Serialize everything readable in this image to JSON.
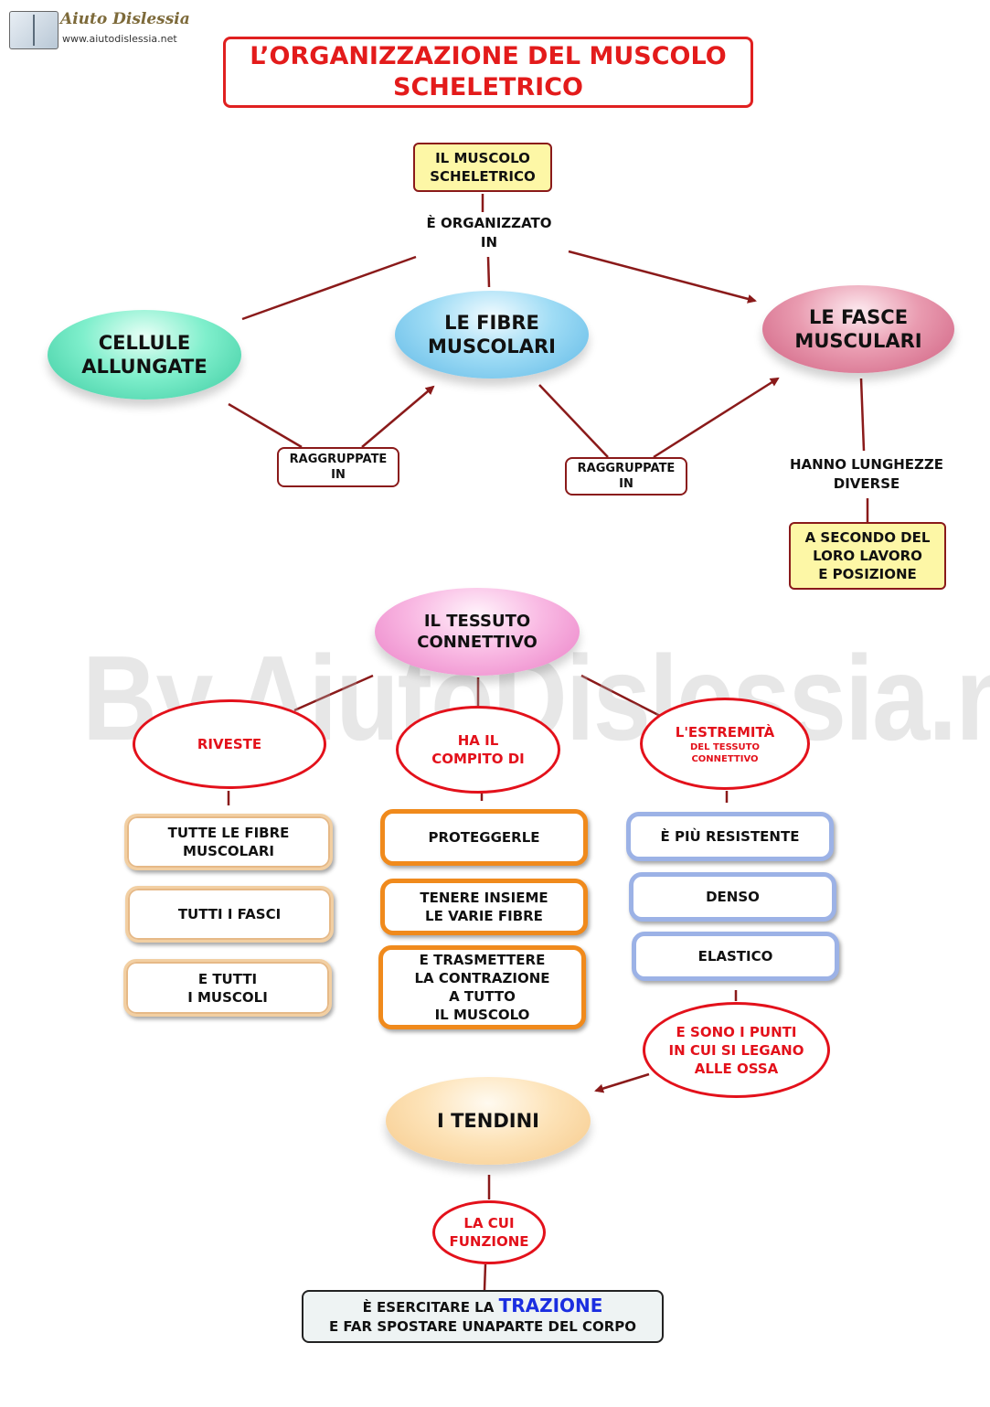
{
  "logo": {
    "name": "Aiuto Dislessia",
    "url": "www.aiutodislessia.net"
  },
  "title": {
    "line1": "L’ORGANIZZAZIONE DEL MUSCOLO",
    "line2": "SCHELETRICO"
  },
  "watermark": "By AiutoDislessia.net",
  "top_map": {
    "root": {
      "line1": "IL MUSCOLO",
      "line2": "SCHELETRICO"
    },
    "link_root": {
      "line1": "È ORGANIZZATO",
      "line2": "IN"
    },
    "cells": {
      "line1": "CELLULE",
      "line2": "ALLUNGATE"
    },
    "fibers": {
      "line1": "LE FIBRE",
      "line2": "MUSCOLARI"
    },
    "bundles": {
      "line1": "LE FASCE",
      "line2": "MUSCULARI"
    },
    "grouped_left": {
      "line1": "RAGGRUPPATE",
      "line2": "IN"
    },
    "grouped_right": {
      "line1": "RAGGRUPPATE",
      "line2": "IN"
    },
    "lengths": {
      "line1": "HANNO LUNGHEZZE",
      "line2": "DIVERSE"
    },
    "depends": {
      "line1": "A SECONDO DEL",
      "line2": "LORO LAVORO",
      "line3": "E POSIZIONE"
    }
  },
  "connective": {
    "root": {
      "line1": "IL TESSUTO",
      "line2": "CONNETTIVO"
    },
    "covers": {
      "label": "RIVESTE",
      "items": [
        {
          "line1": "TUTTE LE FIBRE",
          "line2": "MUSCOLARI"
        },
        {
          "line1": "TUTTI I FASCI",
          "line2": ""
        },
        {
          "line1": "E TUTTI",
          "line2": "I MUSCOLI"
        }
      ]
    },
    "task": {
      "line1": "HA IL",
      "line2": "COMPITO DI",
      "items": [
        {
          "line1": "PROTEGGERLE"
        },
        {
          "line1": "TENERE INSIEME",
          "line2": "LE VARIE FIBRE"
        },
        {
          "line1": "E TRASMETTERE",
          "line2": "LA CONTRAZIONE",
          "line3": "A TUTTO",
          "line4": "IL MUSCOLO"
        }
      ]
    },
    "ends": {
      "line1": "L'ESTREMITÀ",
      "small1": "DEL TESSUTO",
      "small2": "CONNETTIVO",
      "items": [
        {
          "line1": "È PIÙ RESISTENTE"
        },
        {
          "line1": "DENSO"
        },
        {
          "line1": "ELASTICO"
        }
      ]
    },
    "bones": {
      "line1": "E SONO I PUNTI",
      "line2": "IN CUI SI LEGANO",
      "line3": "ALLE OSSA"
    }
  },
  "tendons": {
    "node": "I TENDINI",
    "function": {
      "line1": "LA CUI",
      "line2": "FUNZIONE"
    },
    "final": {
      "prefix": "È ESERCITARE LA ",
      "highlight": "TRAZIONE",
      "line2": "E FAR SPOSTARE UNAPARTE DEL CORPO"
    }
  },
  "colors": {
    "title_red": "#e31b1b",
    "link_dark_red": "#8a1a1a",
    "highlight_blue": "#1b2ee0",
    "note_yellow": "#fdf7a6"
  }
}
